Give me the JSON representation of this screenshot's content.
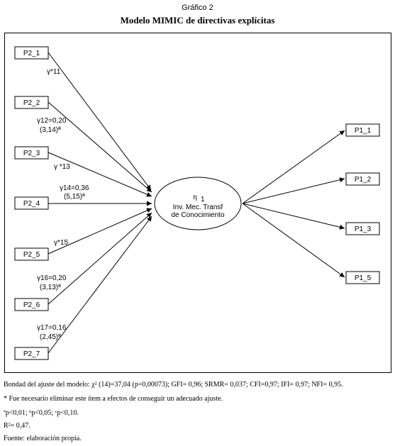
{
  "figure": {
    "label": "Gráfico 2",
    "title": "Modelo MIMIC de directivas explícitas"
  },
  "diagram": {
    "latent": {
      "symbol": "η",
      "subscript": "1",
      "line1": "Inv. Mec. Transf",
      "line2": "de Conocimiento"
    },
    "inputs": [
      {
        "id": "P2_1",
        "coef": "γ*11",
        "note": ""
      },
      {
        "id": "P2_2",
        "coef": "γ12=0,20",
        "note": "(3,14)ª"
      },
      {
        "id": "P2_3",
        "coef": "γ *13",
        "note": ""
      },
      {
        "id": "P2_4",
        "coef": "γ14=0,36",
        "note": "(5,15)ª"
      },
      {
        "id": "P2_5",
        "coef": "γ*15",
        "note": ""
      },
      {
        "id": "P2_6",
        "coef": "γ16=0,20",
        "note": "(3,13)ª"
      },
      {
        "id": "P2_7",
        "coef": "γ17=0,16",
        "note": "(2,45)ª"
      }
    ],
    "outputs": [
      "P1_1",
      "P1_2",
      "P1_3",
      "P1_5"
    ]
  },
  "footer": {
    "fit": "Bondad del ajuste del modelo: χ² (14)=37,04 (p=0,00073); GFI= 0,96; SRMR= 0,037; CFI=0,97; IFI= 0,97; NFI= 0,95.",
    "note": "* Fue necesario eliminar este ítem a efectos de conseguir un adecuado ajuste.",
    "sig": "ªp<0,01; ᵇp<0,05; ᶜp<0,10.",
    "r2": "R²= 0,47.",
    "source": "Fuente: elaboración propia."
  }
}
